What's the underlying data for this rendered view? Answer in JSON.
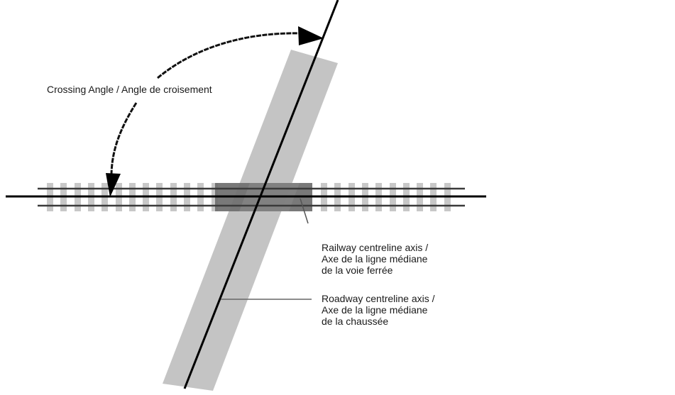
{
  "diagram": {
    "title": "Railway crossing angle diagram",
    "labels": {
      "crossing_angle": "Crossing Angle / Angle de croisement",
      "railway_axis": [
        "Railway centreline axis /",
        "Axe de la ligne médiane",
        "de la voie ferrée"
      ],
      "roadway_axis": [
        "Roadway centreline axis /",
        "Axe de la ligne médiane",
        "de la chaussée"
      ]
    },
    "colors": {
      "road": "#c4c4c4",
      "ties": "#c8c8c8",
      "crossing_surface": "#6e6e6e",
      "rails": "#3a3a3a",
      "axis": "#000000",
      "leader": "#555555"
    },
    "elements": {
      "road": "roadway",
      "railway": "railway track",
      "crossing_surface": "crossing surface",
      "angle_arrow": "double-headed curved arrow"
    }
  }
}
